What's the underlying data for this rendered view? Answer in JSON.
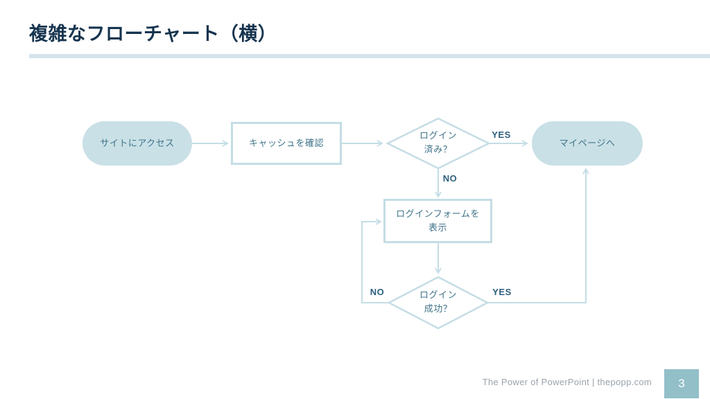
{
  "slide": {
    "title": "複雑なフローチャート（横）",
    "footer_text": "The Power of PowerPoint | thepopp.com",
    "page_number": "3"
  },
  "flowchart": {
    "nodes": {
      "start": {
        "type": "terminator",
        "label": "サイトにアクセス"
      },
      "check_cache": {
        "type": "process",
        "label": "キャッシュを確認"
      },
      "logged_in": {
        "type": "decision",
        "lines": [
          "ログイン",
          "済み？"
        ]
      },
      "my_page": {
        "type": "terminator",
        "label": "マイページへ"
      },
      "show_login_form": {
        "type": "process",
        "lines": [
          "ログインフォームを",
          "表示"
        ]
      },
      "login_success": {
        "type": "decision",
        "lines": [
          "ログイン",
          "成功？"
        ]
      }
    },
    "edge_labels": {
      "logged_in_yes": "YES",
      "logged_in_no": "NO",
      "login_success_yes": "YES",
      "login_success_no": "NO"
    }
  },
  "colors": {
    "title_color": "#16344f",
    "shape_fill": "#c9e0e6",
    "shape_stroke": "#c4dde5",
    "node_text": "#3f7389",
    "edge_label_text": "#2d5f7d",
    "rule_color": "#d5e4ed",
    "footer_text_color": "#9aa3ac",
    "page_box_bg": "#92bfc8",
    "page_number_color": "#ffffff"
  }
}
